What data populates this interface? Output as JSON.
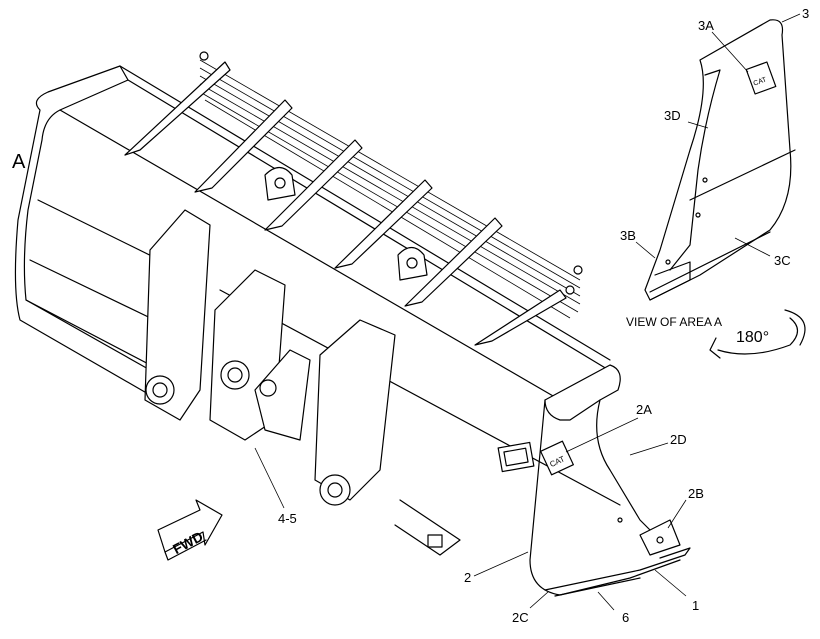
{
  "labels": {
    "area_marker": "A",
    "view_caption": "VIEW OF AREA A",
    "rotation": "180°",
    "forward": "FWD",
    "callouts": {
      "c3": "3",
      "c3a": "3A",
      "c3d": "3D",
      "c3b": "3B",
      "c3c": "3C",
      "c2a": "2A",
      "c2d": "2D",
      "c2b": "2B",
      "c2": "2",
      "c2c": "2C",
      "c6": "6",
      "c1": "1",
      "c45": "4-5"
    },
    "plate_logo": "CAT"
  },
  "colors": {
    "line": "#000000",
    "background": "#ffffff"
  }
}
